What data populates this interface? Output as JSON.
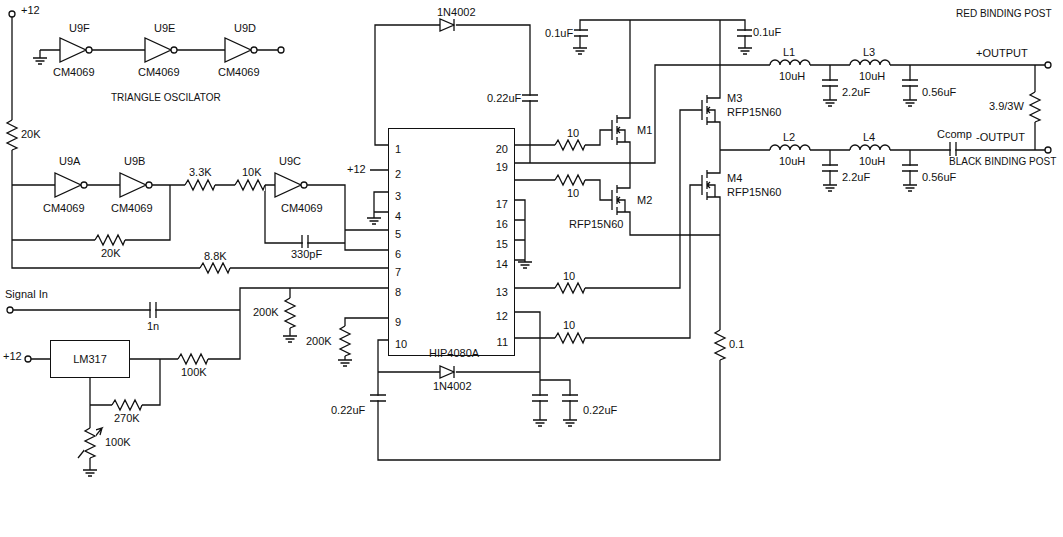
{
  "diagram": {
    "nodes": [
      {
        "text": [
          "1",
          "2",
          "3",
          "4",
          "5",
          "6",
          "7",
          "8",
          "9",
          "10",
          "20",
          "19",
          "17",
          "16",
          "15",
          "14",
          "13",
          "12",
          "11",
          "HIP4080A"
        ]
      },
      {
        "text": [
          "LM317"
        ]
      }
    ],
    "labels": [
      "+12",
      "U9F",
      "U9E",
      "U9D",
      "1N4002",
      "0.1uF",
      "0.1uF",
      "RED BINDING POST",
      "L1",
      "L3",
      "+OUTPUT",
      "CM4069",
      "CM4069",
      "CM4069",
      "10uH",
      "10uH",
      "2.2uF",
      "0.56uF",
      "TRIANGLE OSCILATOR",
      "0.22uF",
      "M3",
      "3.9/3W",
      "RFP15N60",
      "M1",
      "20K",
      "10",
      "Ccomp",
      "L2",
      "L4",
      "-OUTPUT",
      "U9A",
      "U9B",
      "U9C",
      "10uH",
      "10uH",
      "BLACK BINDING POST",
      "+12",
      "3.3K",
      "10K",
      "10",
      "2.2uF",
      "0.56uF",
      "M4",
      "RFP15N60",
      "M2",
      "CM4069",
      "CM4069",
      "CM4069",
      "RFP15N60",
      "20K",
      "330pF",
      "8.8K",
      "10",
      "Signal In",
      "200K",
      "1n",
      "10",
      "200K",
      "0.1",
      "+12",
      "100K",
      "1N4002",
      "0.22uF",
      "0.22uF",
      "270K",
      "100K"
    ]
  }
}
